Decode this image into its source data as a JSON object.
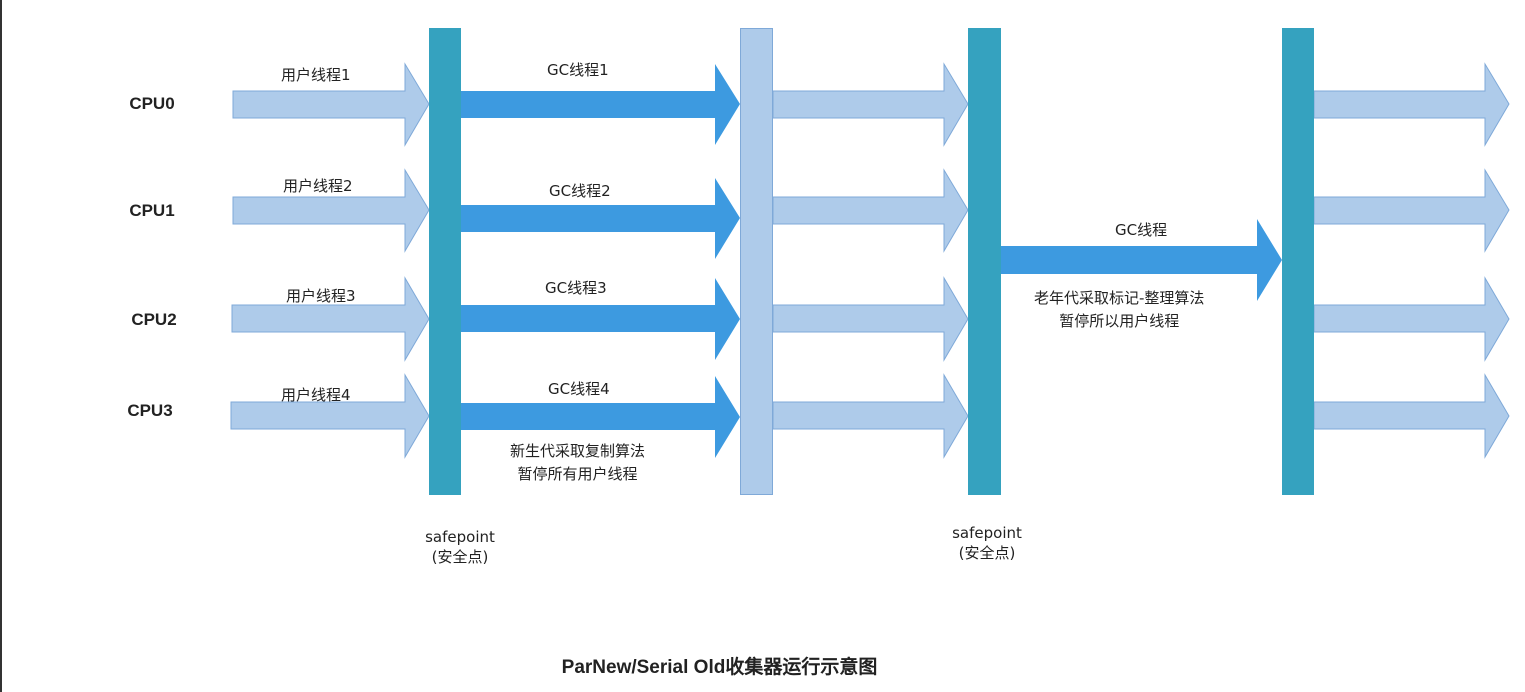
{
  "cpus": [
    "CPU0",
    "CPU1",
    "CPU2",
    "CPU3"
  ],
  "user_threads": [
    "用户线程1",
    "用户线程2",
    "用户线程3",
    "用户线程4"
  ],
  "gc_threads": [
    "GC线程1",
    "GC线程2",
    "GC线程3",
    "GC线程4"
  ],
  "young_note": {
    "line1": "新生代采取复制算法",
    "line2": "暂停所有用户线程"
  },
  "old_gc_thread": "GC线程",
  "old_note": {
    "line1": "老年代采取标记-整理算法",
    "line2": "暂停所以用户线程"
  },
  "safepoints": [
    {
      "line1": "safepoint",
      "line2": "(安全点)"
    },
    {
      "line1": "safepoint",
      "line2": "(安全点)"
    }
  ],
  "caption": "ParNew/Serial Old收集器运行示意图",
  "colors": {
    "user_arrow": "#aecbea",
    "user_arrow_stroke": "#7fa9d8",
    "gc_arrow": "#3d9ae0",
    "safepoint_bar": "#35a2bf",
    "transition_bar": "#aecbea"
  }
}
